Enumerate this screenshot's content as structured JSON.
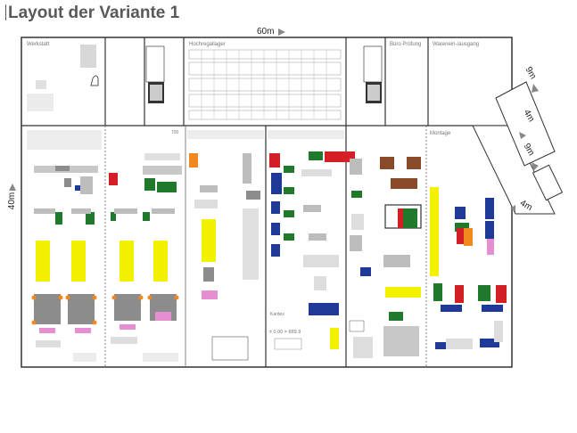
{
  "title": "Layout der Variante 1",
  "dimensions": {
    "width": "60m",
    "height": "40m",
    "ramp_a": "9m",
    "ramp_b": "4m",
    "ramp_c": "9m",
    "ramp_d": "4m"
  },
  "room_labels": {
    "werkstatt": "Werkstatt",
    "hochregallager": "Hochregallager",
    "buero_pruefung": "Büro Prüfung",
    "wareneingang": "Warenein-/ausgang",
    "montage": "Montage",
    "hall_no": "700",
    "kardex": "Kardex",
    "level": "± 0.00 = 889.9"
  },
  "colors": {
    "yellow": "#f3f000",
    "gray": "#8c8c8c",
    "pink": "#e58ed2",
    "orange": "#f08a1f",
    "green": "#1f7a2c",
    "blue": "#1f3a96",
    "red": "#d41f24",
    "brown": "#8a4a2a",
    "wall": "#333333"
  }
}
